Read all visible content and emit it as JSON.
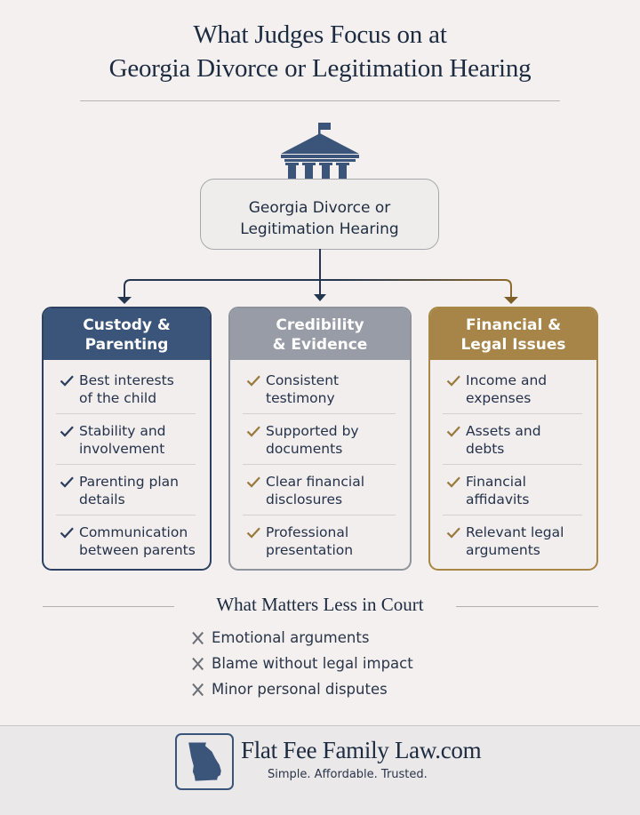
{
  "header": {
    "title_line1": "What Judges Focus on at",
    "title_line2": "Georgia Divorce or Legitimation Hearing"
  },
  "hub": {
    "icon": "courthouse-icon",
    "line1": "Georgia Divorce or",
    "line2": "Legitimation Hearing"
  },
  "colors": {
    "navy": "#3a5579",
    "gray": "#989ca6",
    "gold": "#a78447",
    "text": "#1f2d40",
    "background": "#f3f0ef"
  },
  "categories": [
    {
      "title_line1": "Custody &",
      "title_line2": "Parenting",
      "check_color": "#2a3d5c",
      "items": [
        {
          "line1": "Best interests",
          "line2": "of the child"
        },
        {
          "line1": "Stability and",
          "line2": "involvement"
        },
        {
          "line1": "Parenting plan",
          "line2": "details"
        },
        {
          "line1": "Communication",
          "line2": "between parents"
        }
      ]
    },
    {
      "title_line1": "Credibility",
      "title_line2": "& Evidence",
      "check_color": "#9a7a3c",
      "items": [
        {
          "line1": "Consistent",
          "line2": "testimony"
        },
        {
          "line1": "Supported by",
          "line2": "documents"
        },
        {
          "line1": "Clear financial",
          "line2": "disclosures"
        },
        {
          "line1": "Professional",
          "line2": "presentation"
        }
      ]
    },
    {
      "title_line1": "Financial &",
      "title_line2": "Legal Issues",
      "check_color": "#9a7a3c",
      "items": [
        {
          "line1": "Income and",
          "line2": "expenses"
        },
        {
          "line1": "Assets and",
          "line2": "debts"
        },
        {
          "line1": "Financial",
          "line2": "affidavits"
        },
        {
          "line1": "Relevant legal",
          "line2": "arguments"
        }
      ]
    }
  ],
  "less_important": {
    "title": "What Matters Less in Court",
    "items": [
      "Emotional arguments",
      "Blame without legal impact",
      "Minor personal disputes"
    ]
  },
  "footer": {
    "brand": "Flat Fee Family Law.com",
    "tagline": "Simple. Affordable. Trusted.",
    "logo_icon": "georgia-state-icon"
  }
}
